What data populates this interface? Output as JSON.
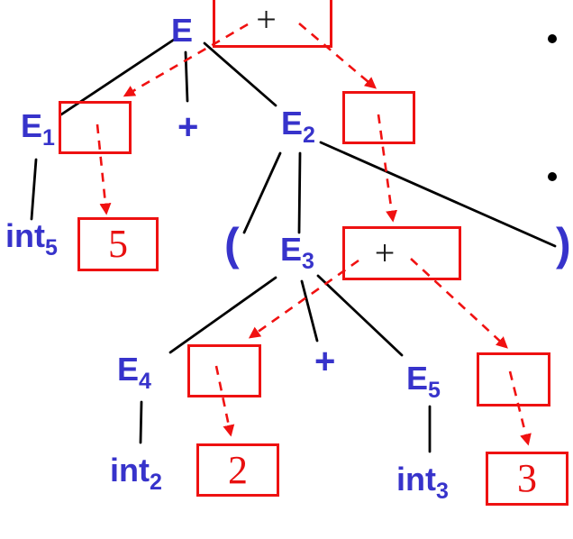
{
  "colors": {
    "node_blue": "#3733cb",
    "box_red": "#ee1111",
    "arrow_red": "#f01111",
    "digit_red": "#e81010",
    "edge_black": "#000000"
  },
  "nodes": {
    "e": {
      "base": "E",
      "sub": ""
    },
    "e1": {
      "base": "E",
      "sub": "1"
    },
    "plus1": {
      "base": "+",
      "sub": ""
    },
    "e2": {
      "base": "E",
      "sub": "2"
    },
    "int5": {
      "base": "int",
      "sub": "5"
    },
    "lparen": {
      "base": "(",
      "sub": ""
    },
    "e3": {
      "base": "E",
      "sub": "3"
    },
    "rparen": {
      "base": ")",
      "sub": ""
    },
    "e4": {
      "base": "E",
      "sub": "4"
    },
    "plus2": {
      "base": "+",
      "sub": ""
    },
    "e5": {
      "base": "E",
      "sub": "5"
    },
    "int2": {
      "base": "int",
      "sub": "2"
    },
    "int3": {
      "base": "int",
      "sub": "3"
    }
  },
  "boxes": {
    "e_op": "+",
    "e1_val": "",
    "e2_val": "",
    "e3_op": "+",
    "e4_val": "",
    "e5_val": "",
    "res5": "5",
    "res2": "2",
    "res3": "3"
  }
}
